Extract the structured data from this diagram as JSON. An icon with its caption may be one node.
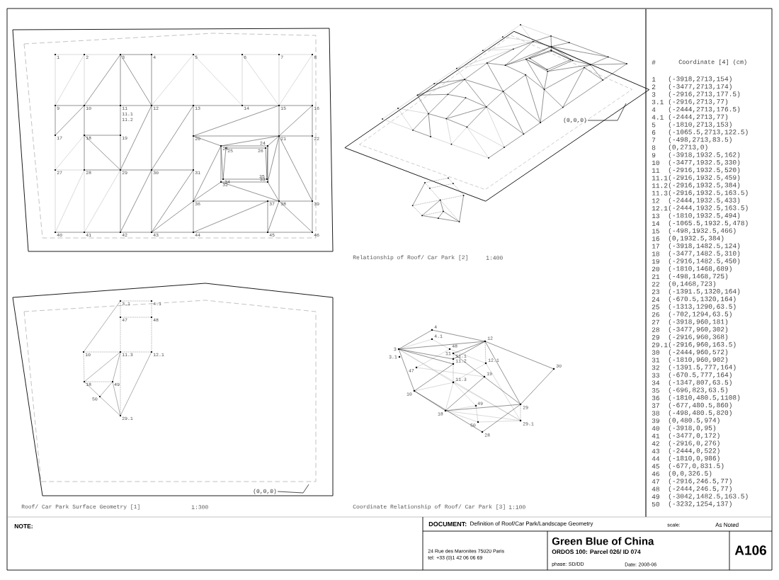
{
  "diagram": {
    "nodes": [
      {
        "text": [
          "(0,0,0)"
        ]
      },
      {
        "text": [
          "(0,0,0)"
        ]
      }
    ],
    "edges": [
      {
        "from": 0,
        "to": null,
        "arrow": "none"
      },
      {
        "from": 1,
        "to": null,
        "arrow": "none"
      }
    ],
    "labels": [
      "#",
      "Coordinate [4] (cm)",
      "1",
      "(-3918,2713,154)",
      "2",
      "(-3477,2713,174)",
      "3",
      "(-2916,2713,177.5)",
      "3.1",
      "(-2916,2713,77)",
      "4",
      "(-2444,2713,176.5)",
      "4.1",
      "(-2444,2713,77)",
      "5",
      "(-1810,2713,153)",
      "6",
      "(-1065.5,2713,122.5)",
      "7",
      "(-498,2713,83.5)",
      "8",
      "(0,2713,0)",
      "9",
      "(-3918,1932.5,162)",
      "10",
      "(-3477,1932.5,330)",
      "11",
      "(-2916,1932.5,520)",
      "11.1",
      "(-2916,1932.5,459)",
      "11.2",
      "(-2916,1932.5,384)",
      "11.3",
      "(-2916,1932.5,163.5)",
      "12",
      "(-2444,1932.5,433)",
      "12.1",
      "(-2444,1932.5,163.5)",
      "13",
      "(-1810,1932.5,494)",
      "14",
      "(-1065.5,1932.5,478)",
      "15",
      "(-498,1932.5,466)",
      "16",
      "(0,1932.5,384)",
      "17",
      "(-3918,1482.5,124)",
      "18",
      "(-3477,1482.5,310)",
      "19",
      "(-2916,1482.5,450)",
      "20",
      "(-1810,1468,689)",
      "21",
      "(-498,1468,725)",
      "22",
      "(0,1468,723)",
      "23",
      "(-1391.5,1320,164)",
      "24",
      "(-670.5,1320,164)",
      "25",
      "(-1313,1290,63.5)",
      "26",
      "(-702,1294,63.5)",
      "27",
      "(-3918,960,181)",
      "28",
      "(-3477,960,302)",
      "29",
      "(-2916,960,368)",
      "29.1",
      "(-2916,960,163.5)",
      "30",
      "(-2444,960,572)",
      "31",
      "(-1810,960,902)",
      "32",
      "(-1391.5,777,164)",
      "33",
      "(-670.5,777,164)",
      "34",
      "(-1347,807,63.5)",
      "35",
      "(-696,823,63.5)",
      "36",
      "(-1810,480.5,1108)",
      "37",
      "(-677,480.5,860)",
      "38",
      "(-498,480.5,820)",
      "39",
      "(0,480.5,974)",
      "40",
      "(-3918,0,95)",
      "41",
      "(-3477,0,172)",
      "42",
      "(-2916,0,276)",
      "43",
      "(-2444,0,522)",
      "44",
      "(-1810,0,986)",
      "45",
      "(-677,0,831.5)",
      "46",
      "(0,0,326.5)",
      "47",
      "(-2916,246.5,77)",
      "48",
      "(-2444,246.5,77)",
      "49",
      "(-3042,1482.5,163.5)",
      "50",
      "(-3232,1254,137)",
      "1",
      "2",
      "3",
      "4",
      "5",
      "6",
      "7",
      "8",
      "9",
      "10",
      "11",
      "12",
      "13",
      "14",
      "15",
      "16",
      "11.1",
      "11.2",
      "17",
      "18",
      "19",
      "20",
      "21",
      "22",
      "23",
      "24",
      "25",
      "26",
      "27",
      "28",
      "29",
      "30",
      "31",
      "34",
      "35",
      "32",
      "33",
      "36",
      "37",
      "38",
      "39",
      "40",
      "41",
      "42",
      "43",
      "44",
      "45",
      "46",
      "3.1",
      "4.1",
      "47",
      "48",
      "10",
      "11.3",
      "12.1",
      "18",
      "49",
      "50",
      "29.1",
      "4",
      "4.1",
      "3",
      "12",
      "48",
      "11",
      "3.1",
      "11.1",
      "11.2",
      "47",
      "12.1",
      "30",
      "19",
      "11.3",
      "10",
      "49",
      "29",
      "18",
      "50",
      "29.1",
      "28",
      "Relationship of Roof/ Car Park [2]",
      "1:400",
      "Roof/ Car Park Surface Geometry [1]",
      "1:300",
      "Coordinate Relationship of Roof/ Car Park [3]",
      "1:100",
      "NOTE:",
      "DOCUMENT:",
      "Definition of Roof/Car Park/Landscape Geometry",
      "scale:",
      "As Noted",
      "24 Rue des Maronites 75020 Paris",
      "tel: +33 (0)1 42 06 06 69",
      "Green Blue of China",
      "ORDOS 100: Parcel 026/ ID 074",
      "phase: SD/DD",
      "Date: 2008-06",
      "A106"
    ]
  }
}
